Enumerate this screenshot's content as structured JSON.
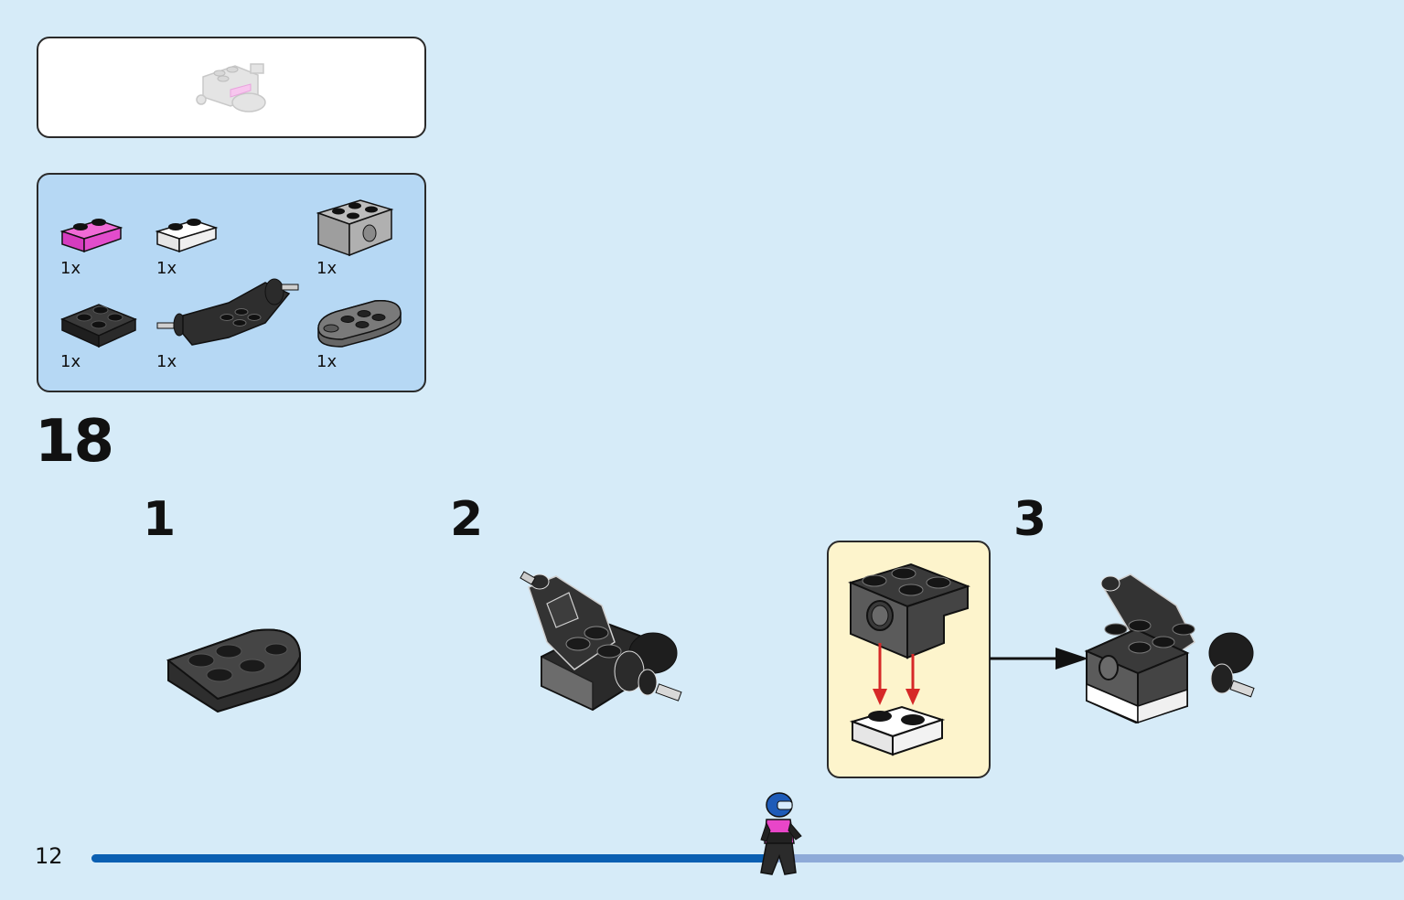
{
  "page": {
    "number": "12",
    "background_color": "#d6ebf8"
  },
  "preview": {
    "description_icon": "assembled-model-preview-icon"
  },
  "parts_list": {
    "items": [
      {
        "icon": "pink-plate-1x2-icon",
        "quantity": "1x",
        "color": "#e846c8"
      },
      {
        "icon": "white-plate-1x2-icon",
        "quantity": "1x",
        "color": "#f4f4f4"
      },
      {
        "icon": "grey-technic-brick-icon",
        "quantity": "1x",
        "color": "#a9a9a9"
      },
      {
        "icon": "black-plate-2x2-icon",
        "quantity": "1x",
        "color": "#2b2b2b"
      },
      {
        "icon": "black-engine-axle-icon",
        "quantity": "1x",
        "color": "#2b2b2b"
      },
      {
        "icon": "dark-grey-round-plate-icon",
        "quantity": "1x",
        "color": "#595959"
      }
    ]
  },
  "step": {
    "number": "18",
    "sub_steps": [
      {
        "label": "1"
      },
      {
        "label": "2"
      },
      {
        "label": "3"
      }
    ]
  },
  "progress": {
    "fraction": 0.52,
    "fill_color": "#0a5fb2",
    "track_color": "#8eaad8"
  },
  "colors": {
    "callout_bg": "#fdf4cc",
    "arrow_red": "#d62828"
  }
}
